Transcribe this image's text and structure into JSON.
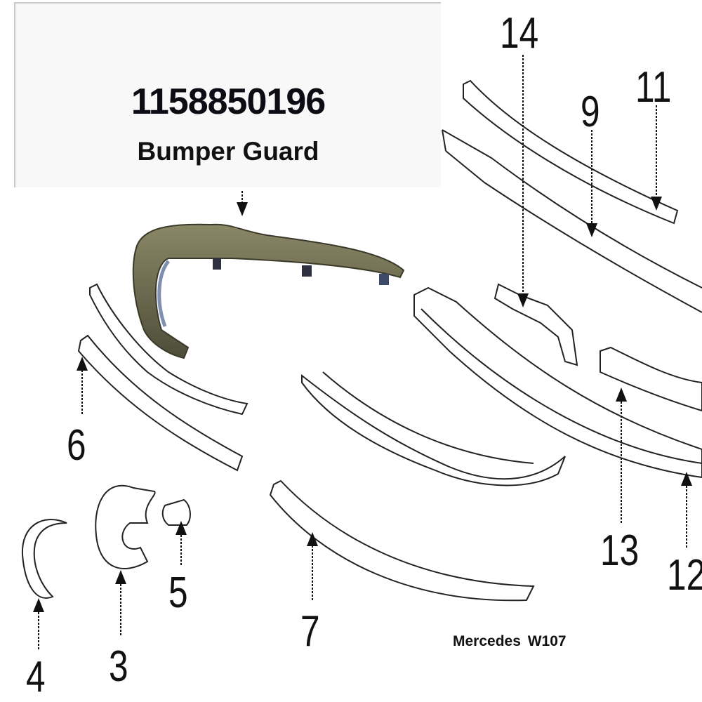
{
  "infobox": {
    "part_number": "1158850196",
    "part_name": "Bumper Guard"
  },
  "callouts": [
    "14",
    "11",
    "9",
    "6",
    "13",
    "12",
    "5",
    "7",
    "3",
    "4"
  ],
  "caption": {
    "make": "Mercedes",
    "model": "W107"
  },
  "colors": {
    "guard": "#6b6a48",
    "line": "#222222"
  }
}
